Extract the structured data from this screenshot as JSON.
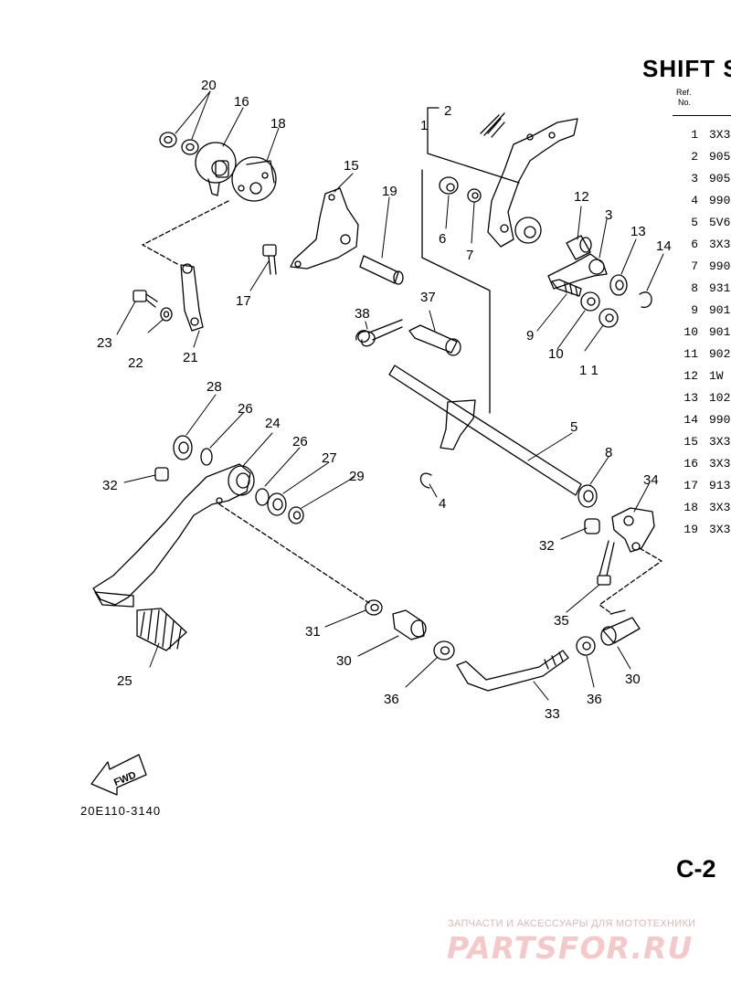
{
  "page_title": "SHIFT S",
  "ref_header": {
    "line1": "Ref.",
    "line2": "No."
  },
  "parts_list": [
    {
      "ref": "1",
      "part": "3X3"
    },
    {
      "ref": "2",
      "part": "905"
    },
    {
      "ref": "3",
      "part": "905"
    },
    {
      "ref": "4",
      "part": "990"
    },
    {
      "ref": "5",
      "part": "5V6"
    },
    {
      "ref": "6",
      "part": "3X3"
    },
    {
      "ref": "7",
      "part": "990"
    },
    {
      "ref": "8",
      "part": "931"
    },
    {
      "ref": "9",
      "part": "901"
    },
    {
      "ref": "10",
      "part": "901"
    },
    {
      "ref": "11",
      "part": "902"
    },
    {
      "ref": "12",
      "part": "1W"
    },
    {
      "ref": "13",
      "part": "102"
    },
    {
      "ref": "14",
      "part": "990"
    },
    {
      "ref": "15",
      "part": "3X3"
    },
    {
      "ref": "16",
      "part": "3X3"
    },
    {
      "ref": "17",
      "part": "913"
    },
    {
      "ref": "18",
      "part": "3X3"
    },
    {
      "ref": "19",
      "part": "3X3"
    }
  ],
  "callouts": {
    "c1": "1",
    "c2": "2",
    "c3": "3",
    "c4": "4",
    "c5": "5",
    "c6": "6",
    "c7": "7",
    "c8": "8",
    "c9": "9",
    "c10": "10",
    "c11": "1 1",
    "c12": "12",
    "c13": "13",
    "c14": "14",
    "c15": "15",
    "c16": "16",
    "c17": "17",
    "c18": "18",
    "c19": "19",
    "c20": "20",
    "c21": "21",
    "c22": "22",
    "c23": "23",
    "c24": "24",
    "c25": "25",
    "c26a": "26",
    "c26b": "26",
    "c27": "27",
    "c28": "28",
    "c29": "29",
    "c30a": "30",
    "c30b": "30",
    "c31": "31",
    "c32a": "32",
    "c32b": "32",
    "c33": "33",
    "c34": "34",
    "c35": "35",
    "c36a": "36",
    "c36b": "36",
    "c37": "37",
    "c38": "38"
  },
  "fwd_label": "FWD",
  "diagram_code": "20E110-3140",
  "page_code": "C-2",
  "watermark": {
    "line1": "ЗАПЧАСТИ И АКСЕССУАРЫ ДЛЯ МОТОТЕХНИКИ",
    "line2": "PARTSFOR.RU"
  }
}
